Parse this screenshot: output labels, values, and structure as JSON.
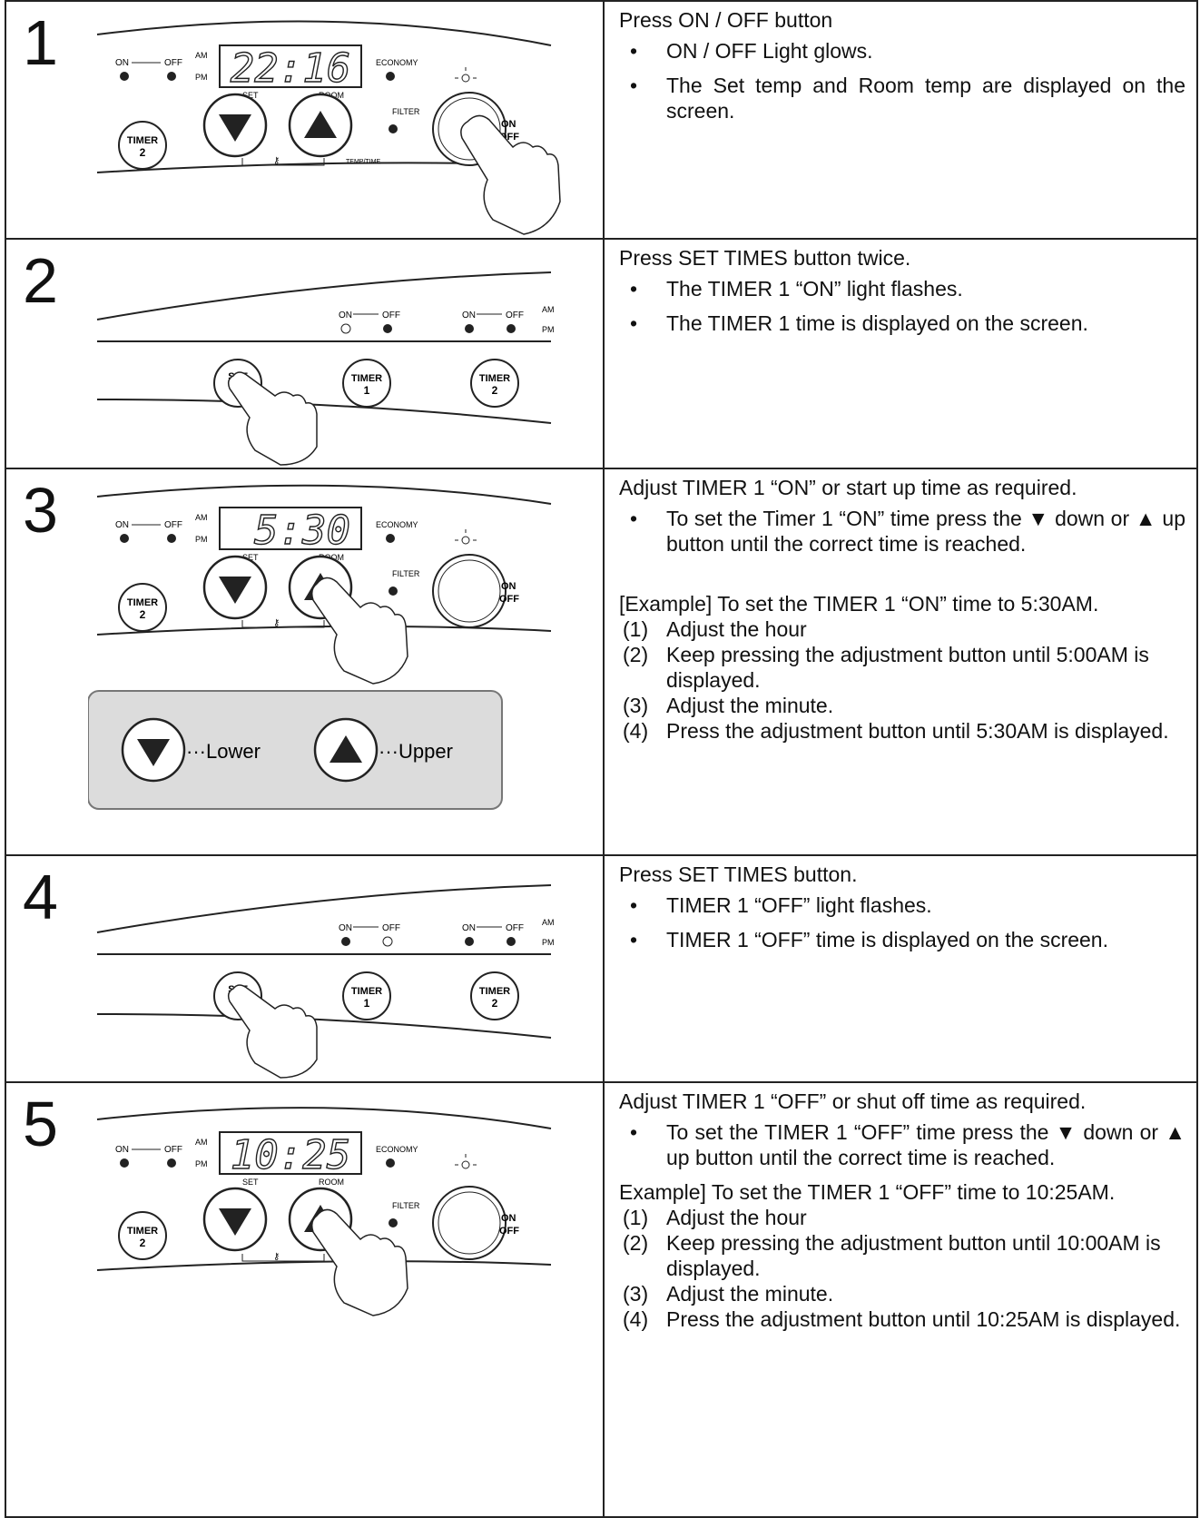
{
  "steps": [
    {
      "number": "1",
      "heading": "Press ON / OFF button",
      "bullets": [
        "ON / OFF Light glows.",
        "The Set temp and Room temp are displayed on the screen."
      ],
      "panel": {
        "display": "22:16",
        "labels": {
          "on": "ON",
          "off": "OFF",
          "am": "AM",
          "pm": "PM",
          "economy": "ECONOMY",
          "set": "SET",
          "room": "ROOM",
          "filter": "FILTER",
          "timer_btn": "TIMER",
          "timer_num": "2",
          "onoff_on": "ON",
          "onoff_off": "OFF",
          "temptime": "TEMP/TIME"
        }
      }
    },
    {
      "number": "2",
      "heading": "Press SET TIMES button twice.",
      "bullets": [
        "The TIMER 1 “ON” light flashes.",
        "The TIMER 1 time is displayed on the screen."
      ],
      "panel": {
        "labels": {
          "on": "ON",
          "off": "OFF",
          "am": "AM",
          "pm": "PM",
          "set_btn": "SET",
          "set_btn2": "TI",
          "timer1": "TIMER",
          "timer1_num": "1",
          "timer2": "TIMER",
          "timer2_num": "2"
        }
      }
    },
    {
      "number": "3",
      "heading": "Adjust TIMER 1 “ON” or start up time as required.",
      "bullets": [
        "To set the Timer 1 “ON” time press the ▼ down or ▲ up button until the correct time is reached."
      ],
      "example": "[Example] To set the TIMER 1 “ON” time to 5:30AM.",
      "substeps": [
        {
          "num": "(1)",
          "text": "Adjust the hour"
        },
        {
          "num": "(2)",
          "text": "Keep pressing the adjustment button until 5:00AM is displayed."
        },
        {
          "num": "(3)",
          "text": "Adjust the minute."
        },
        {
          "num": "(4)",
          "text": "Press the adjustment button until 5:30AM is displayed."
        }
      ],
      "panel": {
        "display": "5:30",
        "labels": {
          "on": "ON",
          "off": "OFF",
          "am": "AM",
          "pm": "PM",
          "economy": "ECONOMY",
          "set": "SET",
          "room": "ROOM",
          "filter": "FILTER",
          "timer_btn": "TIMER",
          "timer_num": "2",
          "onoff_on": "ON",
          "onoff_off": "OFF"
        }
      },
      "legend": {
        "lower": "···Lower",
        "upper": "···Upper"
      }
    },
    {
      "number": "4",
      "heading": "Press SET TIMES button.",
      "bullets": [
        "TIMER 1 “OFF” light flashes.",
        "TIMER 1 “OFF” time is displayed on the screen."
      ],
      "panel": {
        "labels": {
          "on": "ON",
          "off": "OFF",
          "am": "AM",
          "pm": "PM",
          "set_btn": "SET",
          "set_btn2": "TI",
          "timer1": "TIMER",
          "timer1_num": "1",
          "timer2": "TIMER",
          "timer2_num": "2"
        }
      }
    },
    {
      "number": "5",
      "heading": "Adjust TIMER 1 “OFF” or shut off time as required.",
      "bullets": [
        "To set the TIMER 1 “OFF” time press the ▼ down or ▲ up button until the correct time is reached."
      ],
      "example": "Example] To set the TIMER 1 “OFF” time to 10:25AM.",
      "substeps": [
        {
          "num": "(1)",
          "text": "Adjust the hour"
        },
        {
          "num": "(2)",
          "text": "Keep pressing the adjustment button until 10:00AM is displayed."
        },
        {
          "num": "(3)",
          "text": "Adjust the minute."
        },
        {
          "num": "(4)",
          "text": "Press the adjustment button until 10:25AM is displayed."
        }
      ],
      "panel": {
        "display": "10:25",
        "labels": {
          "on": "ON",
          "off": "OFF",
          "am": "AM",
          "pm": "PM",
          "economy": "ECONOMY",
          "set": "SET",
          "room": "ROOM",
          "filter": "FILTER",
          "timer_btn": "TIMER",
          "timer_num": "2",
          "onoff_on": "ON",
          "onoff_off": "OFF",
          "temptime": "TE"
        }
      }
    }
  ]
}
